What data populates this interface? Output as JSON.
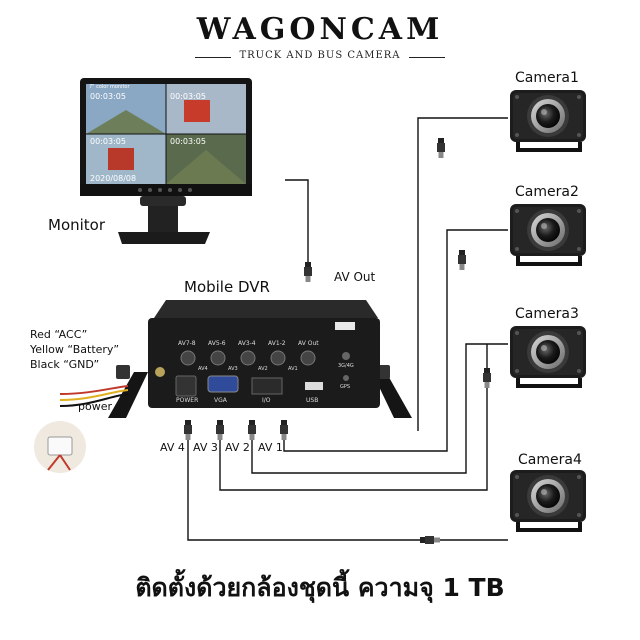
{
  "header": {
    "brand": "WAGONCAM",
    "tagline": "TRUCK AND BUS CAMERA"
  },
  "monitor": {
    "label": "Monitor",
    "screen_title": "7\" color monitor",
    "timestamps": [
      "00:03:05",
      "00:03:05",
      "00:03:05",
      "00:03:05"
    ],
    "date": "2020/08/08"
  },
  "dvr": {
    "label": "Mobile DVR",
    "av_out_label": "AV Out",
    "ports": [
      "AV7-8",
      "AV5-6",
      "AV3-4",
      "AV1-2",
      "AV Out"
    ],
    "port_sub": [
      "AV4",
      "AV3",
      "AV2",
      "AV1"
    ],
    "bottom_ports": [
      "POWER",
      "VGA",
      "I/O",
      "USB"
    ],
    "side_ports": [
      "3G/4G",
      "GPS"
    ],
    "inputs": [
      "AV 4",
      "AV 3",
      "AV 2",
      "AV 1"
    ]
  },
  "power": {
    "wires": [
      "Red  “ACC”",
      "Yellow  “Battery”",
      "Black  “GND”"
    ],
    "label": "power"
  },
  "cameras": [
    "Camera1",
    "Camera2",
    "Camera3",
    "Camera4"
  ],
  "caption": "ติดตั้งด้วยกล้องชุดนี้ ความจุ 1 TB",
  "colors": {
    "cable": "#111111",
    "device": "#1b1b1b",
    "text": "#111111"
  }
}
